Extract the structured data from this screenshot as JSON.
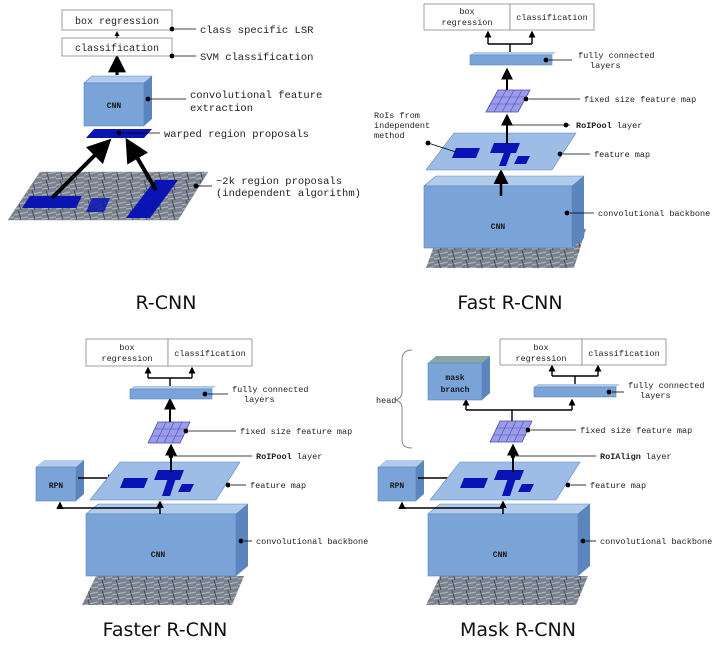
{
  "colors": {
    "block_front": "#7aa3d8",
    "block_top": "#b0cbeb",
    "block_side": "#5a85bd",
    "fm_top": "#9dbde6",
    "roi": "#0a14b4",
    "grid": "#9c9cec",
    "photo": "#6c7480"
  },
  "rcnn": {
    "title": "R-CNN",
    "box_regression": "box regression",
    "classification": "classification",
    "class_specific": "class specific LSR",
    "svm": "SVM classification",
    "cnn": "CNN",
    "conv_feat_1": "convolutional feature",
    "conv_feat_2": "extraction",
    "warped": "warped region proposals",
    "proposals_1": "~2k region proposals",
    "proposals_2": "(independent algorithm)"
  },
  "fast": {
    "title": "Fast R-CNN",
    "box_regression_1": "box",
    "box_regression_2": "regression",
    "classification": "classification",
    "fc_1": "fully connected",
    "fc_2": "layers",
    "fixed": "fixed size feature map",
    "rois_1": "RoIs from",
    "rois_2": "independent",
    "rois_3": "method",
    "roipool": "RoIPool",
    "layer": "layer",
    "feature_map": "feature map",
    "cnn": "CNN",
    "backbone": "convolutional backbone"
  },
  "faster": {
    "title": "Faster R-CNN",
    "box_regression_1": "box",
    "box_regression_2": "regression",
    "classification": "classification",
    "fc_1": "fully connected",
    "fc_2": "layers",
    "fixed": "fixed size feature map",
    "roipool": "RoIPool",
    "layer": "layer",
    "rpn": "RPN",
    "feature_map": "feature map",
    "cnn": "CNN",
    "backbone": "convolutional backbone"
  },
  "mask": {
    "title": "Mask R-CNN",
    "head": "head",
    "mask_1": "mask",
    "mask_2": "branch",
    "box_regression_1": "box",
    "box_regression_2": "regression",
    "classification": "classification",
    "fc_1": "fully connected",
    "fc_2": "layers",
    "fixed": "fixed size feature map",
    "roialign": "RoIAlign",
    "layer": "layer",
    "rpn": "RPN",
    "feature_map": "feature map",
    "cnn": "CNN",
    "backbone": "convolutional backbone"
  }
}
